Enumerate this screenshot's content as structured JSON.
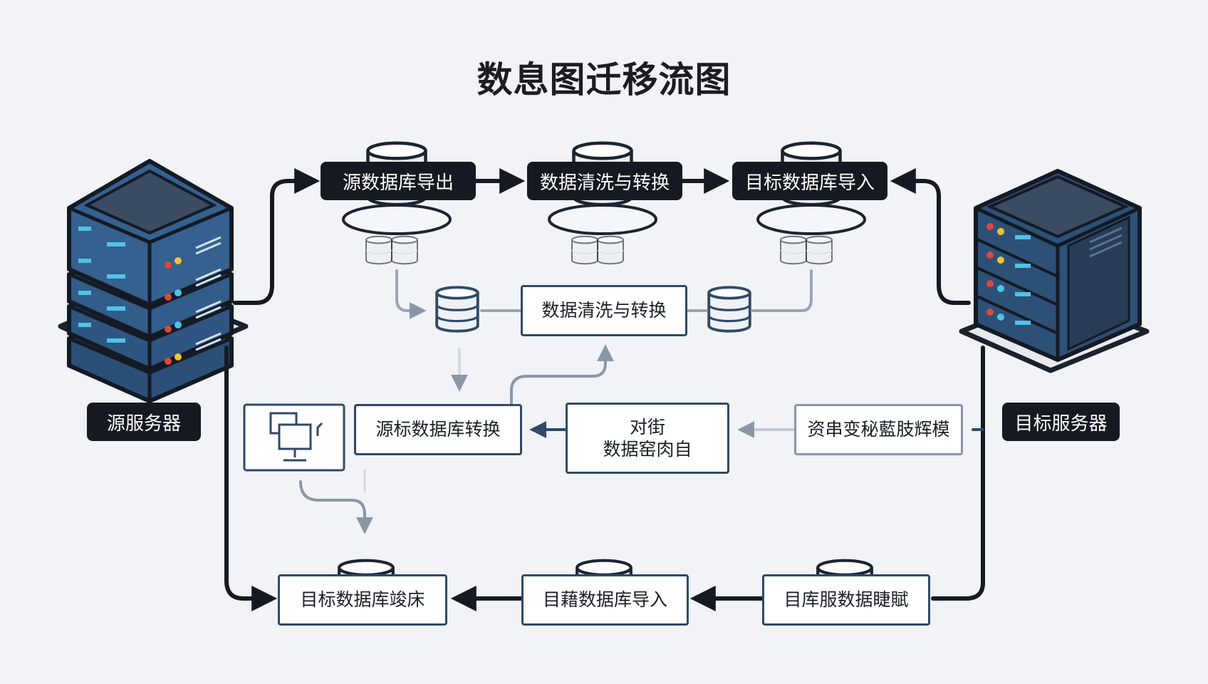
{
  "title": "数息图迁移流图",
  "servers": {
    "source_label": "源服务器",
    "target_label": "目标服务器"
  },
  "top_row": {
    "export_label": "源数据库导出",
    "clean_label": "数据清洗与转换",
    "import_label": "目标数据库导入"
  },
  "middle": {
    "clean_box_label": "数据清洗与转换"
  },
  "row3": {
    "convert_label": "源标数据库转换",
    "center_line1": "对街",
    "center_line2": "数据窑肉自",
    "right_label": "资串变秘藍肢辉模"
  },
  "row4": {
    "left_label": "目标数据库竣床",
    "mid_label": "目藉数据库导入",
    "right_label": "目库服数据睫賦"
  },
  "colors": {
    "dark": "#151a22",
    "navy": "#2f4a68",
    "server_blue": "#3d6a9e",
    "accent_red": "#e0463c",
    "accent_yellow": "#f2c230",
    "accent_cyan": "#4fc3e8"
  }
}
